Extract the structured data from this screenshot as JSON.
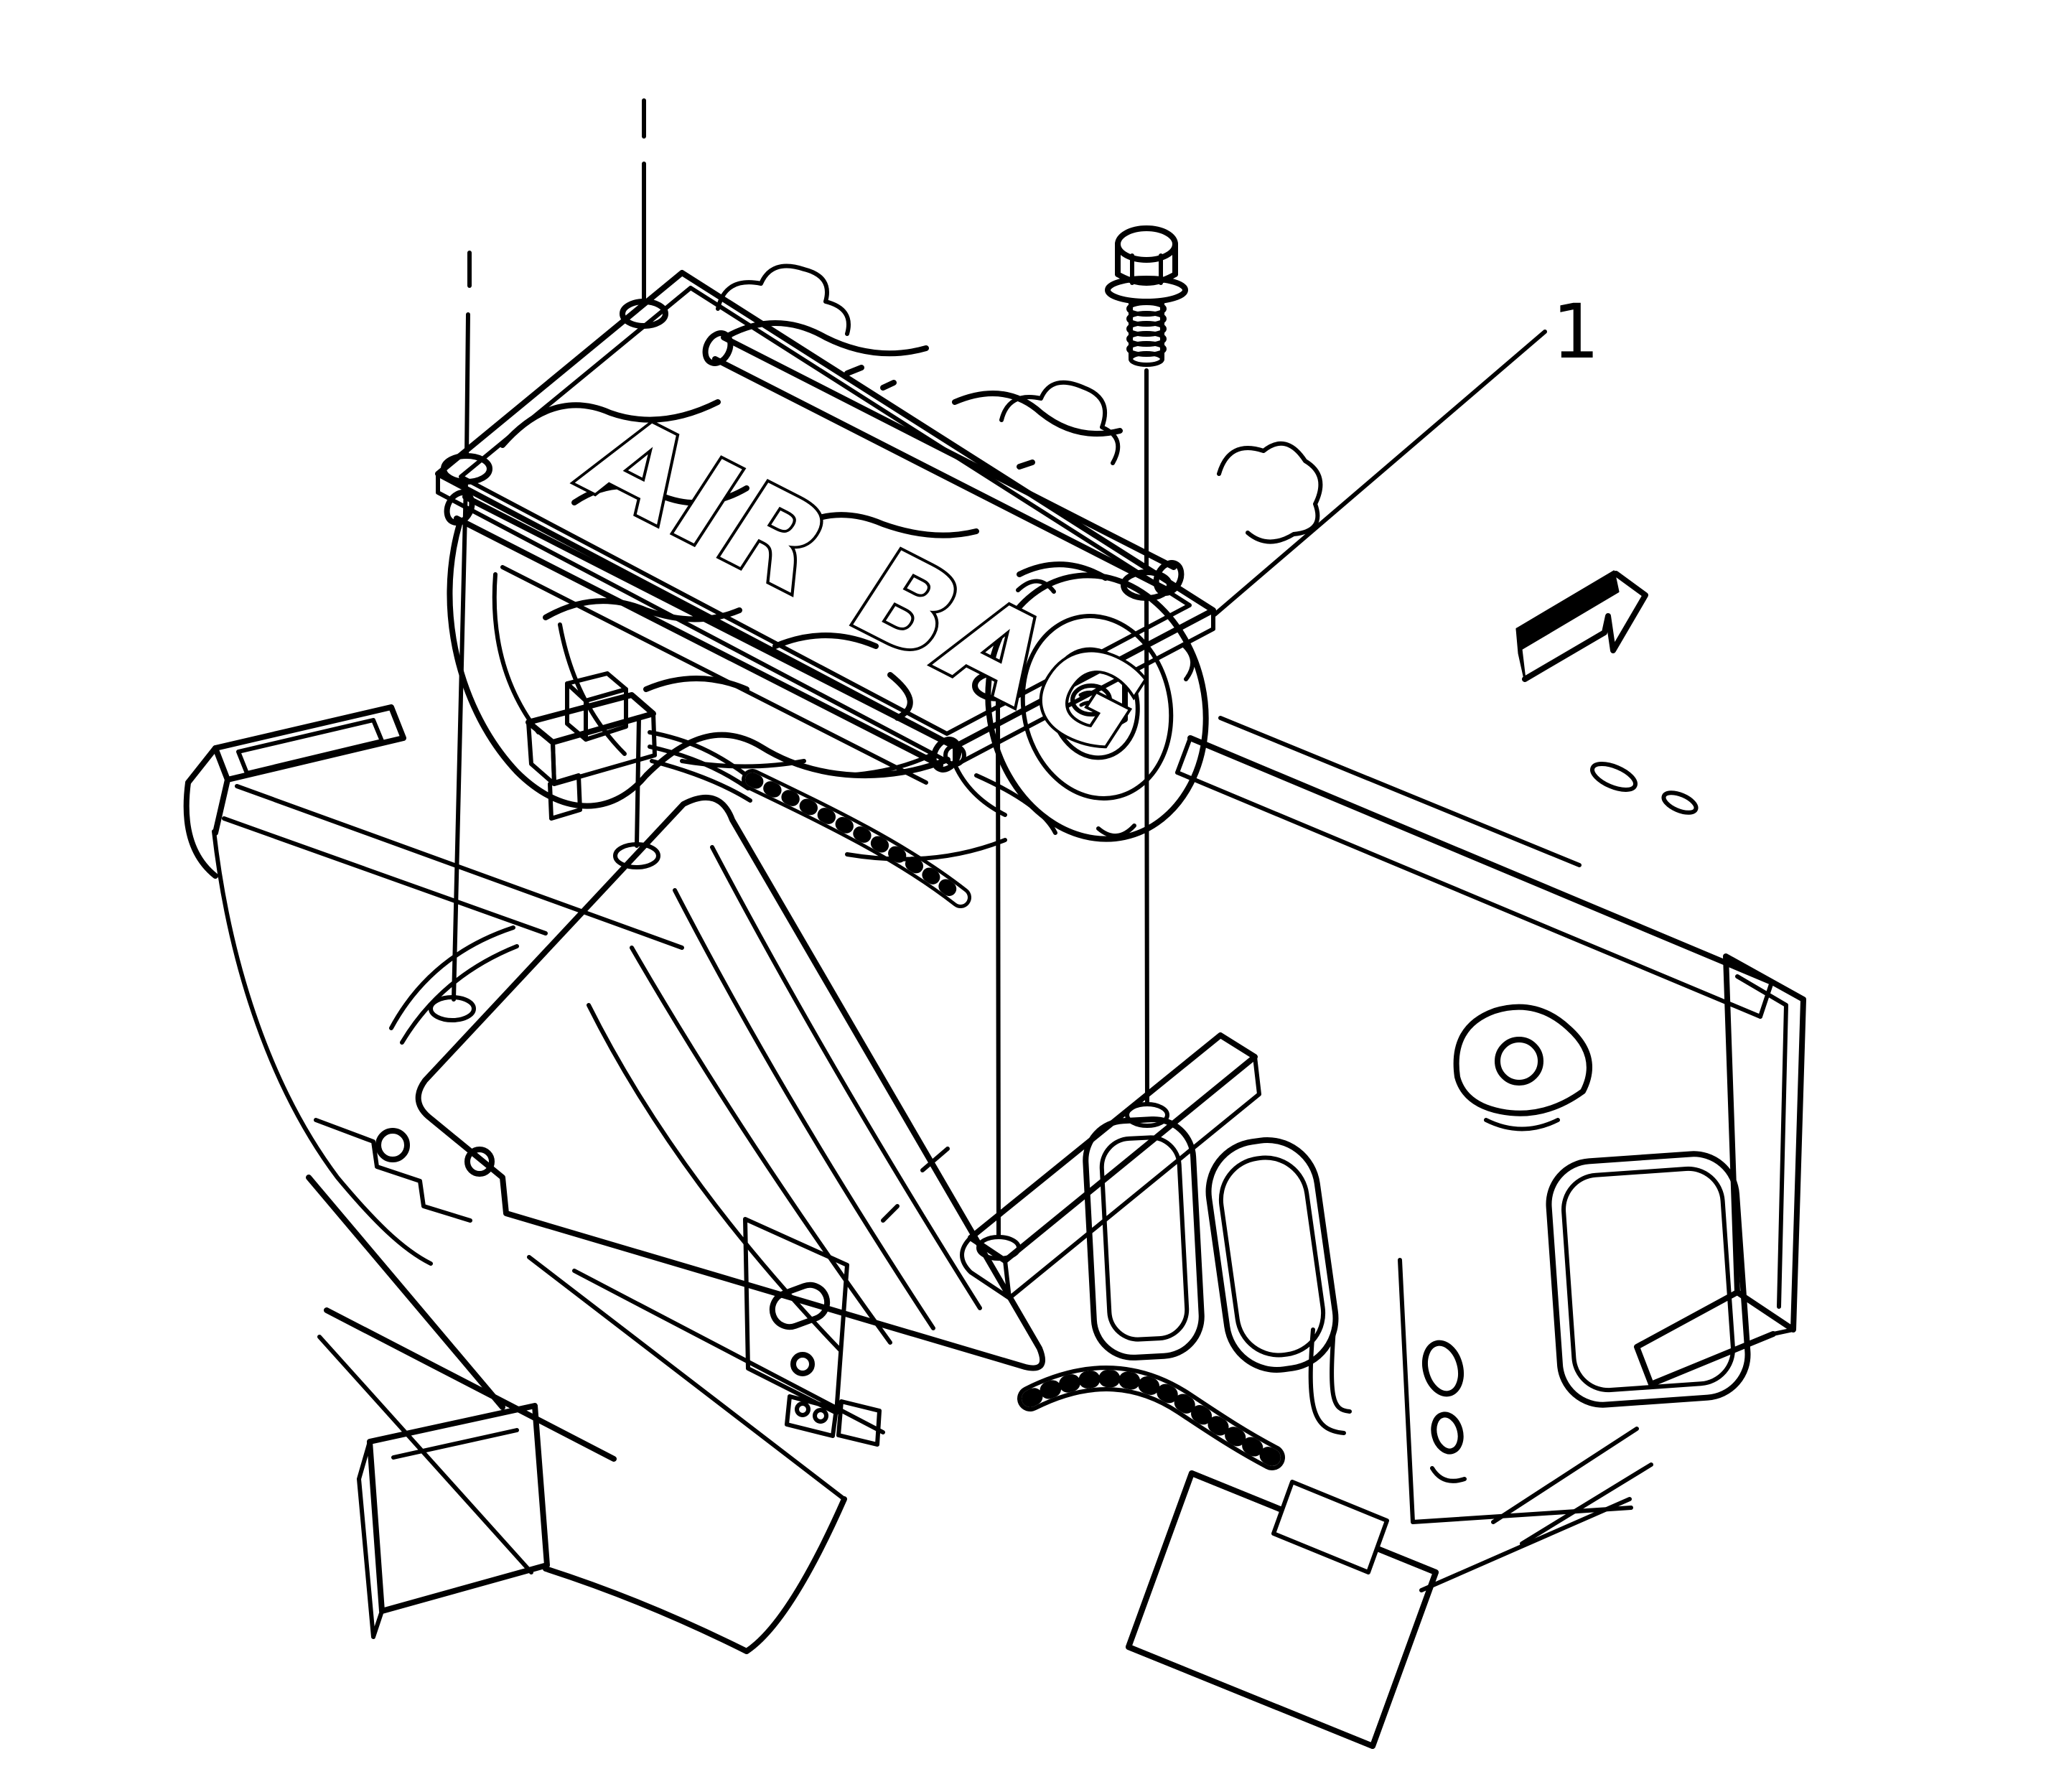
{
  "figure": {
    "background_color": "#ffffff",
    "line_color": "#000000",
    "module_embossed_text": "AIR BAG",
    "callout": {
      "label": "1"
    },
    "icons": {
      "direction_arrow": "front-of-vehicle-arrow"
    }
  }
}
